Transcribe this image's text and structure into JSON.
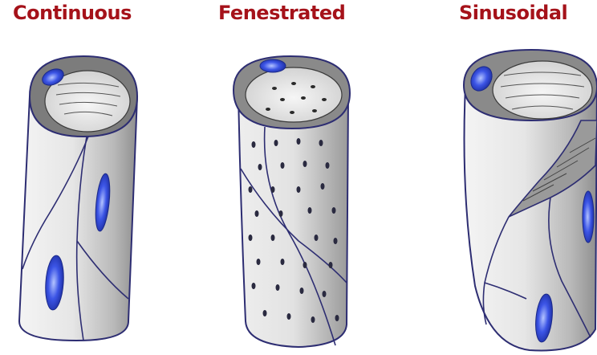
{
  "labels": {
    "continuous": "Continuous",
    "fenestrated": "Fenestrated",
    "sinusoidal": "Sinusoidal"
  },
  "colors": {
    "label": "#a5121a",
    "outline": "#2d2d72",
    "nucleus": "#2436c4",
    "wall": "#d6d6d6",
    "lumen": "#ebebeb"
  }
}
